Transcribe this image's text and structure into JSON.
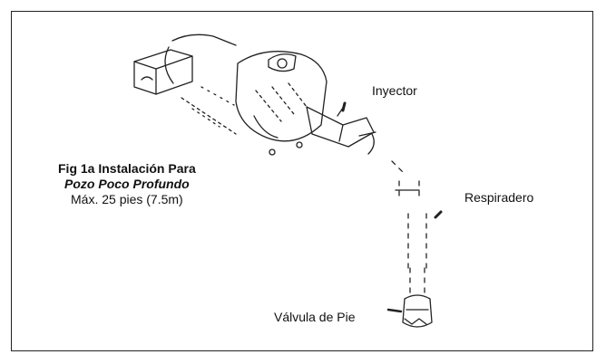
{
  "figure": {
    "caption_line1": "Fig 1a Instalación Para",
    "caption_line2": "Pozo Poco Profundo",
    "caption_line3": "Máx. 25 pies (7.5m)"
  },
  "labels": {
    "injector": "Inyector",
    "vent": "Respiradero",
    "foot_valve": "Válvula de Pie"
  },
  "colors": {
    "line": "#222222",
    "background": "#ffffff"
  }
}
